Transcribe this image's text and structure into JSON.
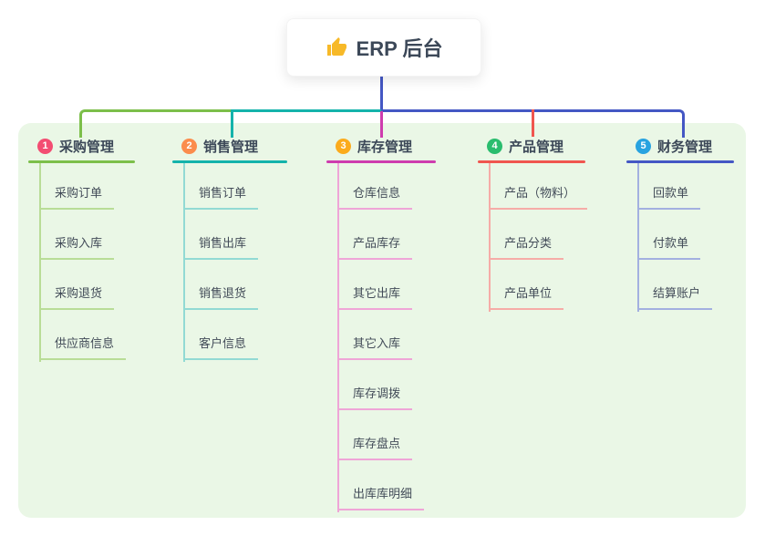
{
  "root": {
    "label": "ERP 后台",
    "icon": "thumbs-up-icon"
  },
  "colors": {
    "panel_background": "#eaf7e6",
    "root_connector": "#4457c4",
    "text": "#3c4858",
    "thumb_icon": "#f7b928"
  },
  "branches": [
    {
      "index": "1",
      "label": "采购管理",
      "line_color": "#7cbf4a",
      "light_line_color": "#b9dd97",
      "badge_color": "#f34d72",
      "children": [
        "采购订单",
        "采购入库",
        "采购退货",
        "供应商信息"
      ]
    },
    {
      "index": "2",
      "label": "销售管理",
      "line_color": "#14b3ab",
      "light_line_color": "#92dad4",
      "badge_color": "#fb8c4c",
      "children": [
        "销售订单",
        "销售出库",
        "销售退货",
        "客户信息"
      ]
    },
    {
      "index": "3",
      "label": "库存管理",
      "line_color": "#ce3cae",
      "light_line_color": "#efa5d7",
      "badge_color": "#fbab1c",
      "children": [
        "仓库信息",
        "产品库存",
        "其它出库",
        "其它入库",
        "库存调拨",
        "库存盘点",
        "出库库明细"
      ]
    },
    {
      "index": "4",
      "label": "产品管理",
      "line_color": "#f0564f",
      "light_line_color": "#f6aca7",
      "badge_color": "#2abd6e",
      "children": [
        "产品（物料）",
        "产品分类",
        "产品单位"
      ]
    },
    {
      "index": "5",
      "label": "财务管理",
      "line_color": "#4457c4",
      "light_line_color": "#a3b0e0",
      "badge_color": "#28a3e0",
      "children": [
        "回款单",
        "付款单",
        "结算账户"
      ]
    }
  ]
}
